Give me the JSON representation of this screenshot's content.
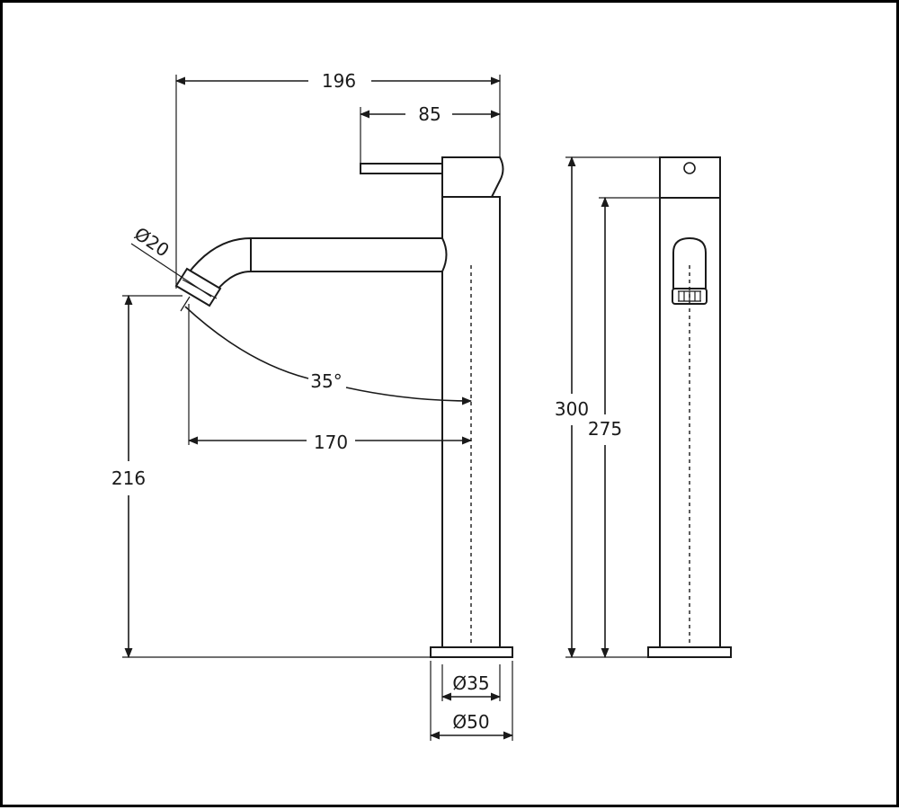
{
  "drawing": {
    "dimensions": {
      "overall_reach": "196",
      "lever_reach": "85",
      "spout_diameter": "Ø20",
      "spout_angle": "35°",
      "spout_reach": "170",
      "spout_height": "216",
      "overall_height": "300",
      "body_height": "275",
      "body_diameter": "Ø35",
      "base_diameter": "Ø50"
    }
  }
}
